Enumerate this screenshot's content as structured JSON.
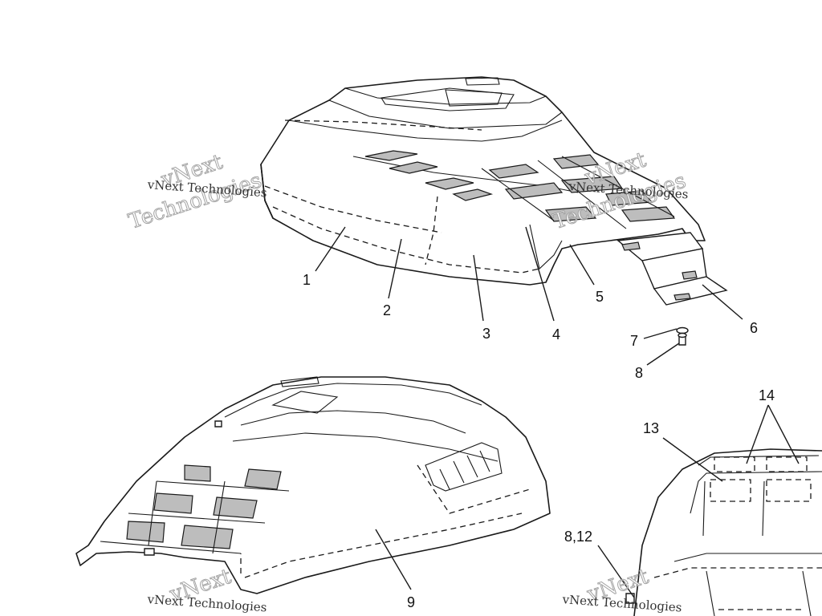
{
  "callouts": {
    "c1": "1",
    "c2": "2",
    "c3": "3",
    "c4": "4",
    "c5": "5",
    "c6": "6",
    "c7": "7",
    "c8": "8",
    "c9": "9",
    "c13": "13",
    "c14": "14",
    "c8_12": "8,12"
  },
  "watermark": {
    "vnext": "vNext",
    "technologies": "Technologies",
    "full": "vNext Technologies"
  }
}
